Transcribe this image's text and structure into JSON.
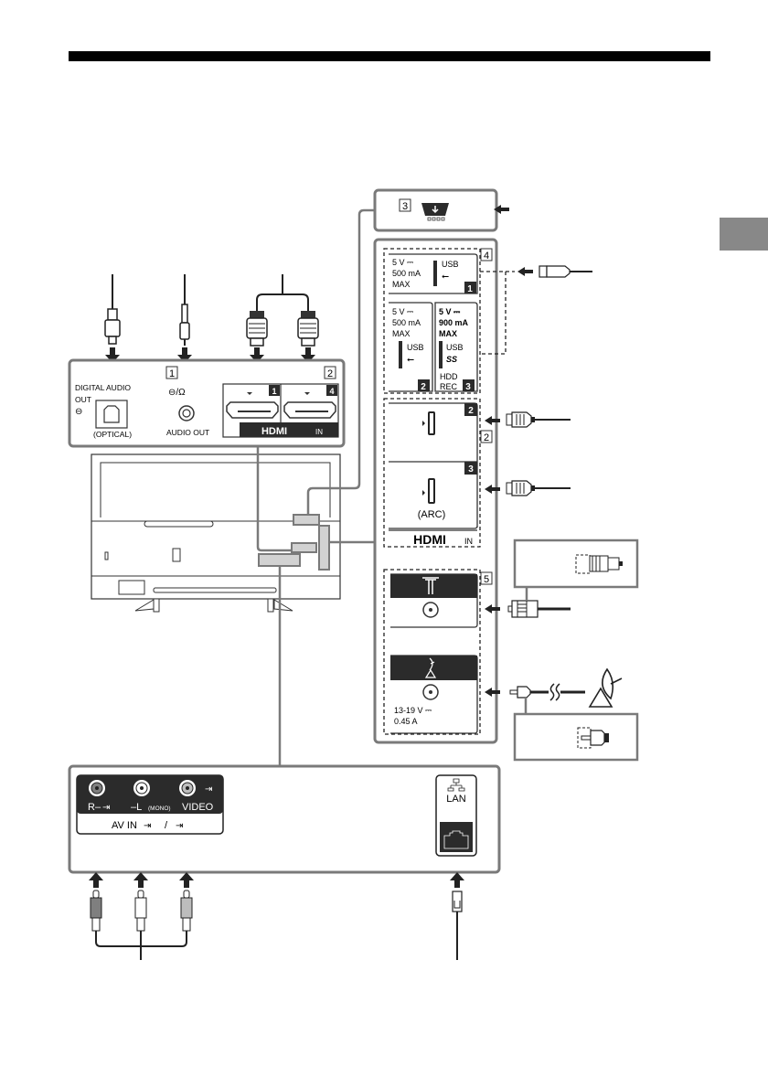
{
  "page": {
    "header_rule": true,
    "side_tab_color": "#888888"
  },
  "colors": {
    "panel_border": "#7a7a7a",
    "label_dark": "#2b2b2b",
    "tv_line": "#333333",
    "highlight_fill": "#d2d2d2",
    "jack_red": "#7f7f7f",
    "jack_white": "#ffffff",
    "jack_video": "#bdbdbd"
  },
  "top_panel": {
    "callout_1": "1",
    "callout_2": "2",
    "digital_audio_out": {
      "line1": "DIGITAL AUDIO",
      "line2": "OUT",
      "sub": "(OPTICAL)"
    },
    "audio_out": {
      "label": "AUDIO OUT",
      "symbol": "⊖/Ω"
    },
    "hdmi": {
      "ports": [
        "1",
        "4"
      ],
      "logo": "HDMI",
      "suffix": "IN"
    }
  },
  "right_top": {
    "callout_3": "3",
    "card_slot": "card-slot-icon"
  },
  "usb_panel": {
    "callout_4": "4",
    "ports": [
      {
        "number": "1",
        "voltage": "5 V ⎓",
        "current": "500 mA",
        "max": "MAX",
        "label": "USB",
        "extra": ""
      },
      {
        "number": "2",
        "voltage": "5 V ⎓",
        "current": "500 mA",
        "max": "MAX",
        "label": "USB",
        "extra": ""
      },
      {
        "number": "3",
        "voltage": "5 V ⎓",
        "current": "900 mA",
        "max": "MAX",
        "label": "USB",
        "ss": "SS",
        "extra1": "HDD",
        "extra2": "REC"
      }
    ]
  },
  "hdmi_side": {
    "callout_2": "2",
    "ports": [
      {
        "number": "2",
        "note": ""
      },
      {
        "number": "3",
        "note": "(ARC)"
      }
    ],
    "logo": "HDMI",
    "suffix": "IN"
  },
  "antenna_panel": {
    "callout_5": "5",
    "satellite_rating_line1": "13-19 V ⎓",
    "satellite_rating_line2": "0.45 A"
  },
  "bottom_panel": {
    "av_in": {
      "labels": [
        "R–",
        "–L",
        "(MONO)",
        "VIDEO"
      ],
      "caption": "AV IN",
      "sep": "/"
    },
    "lan": {
      "label": "LAN"
    }
  }
}
